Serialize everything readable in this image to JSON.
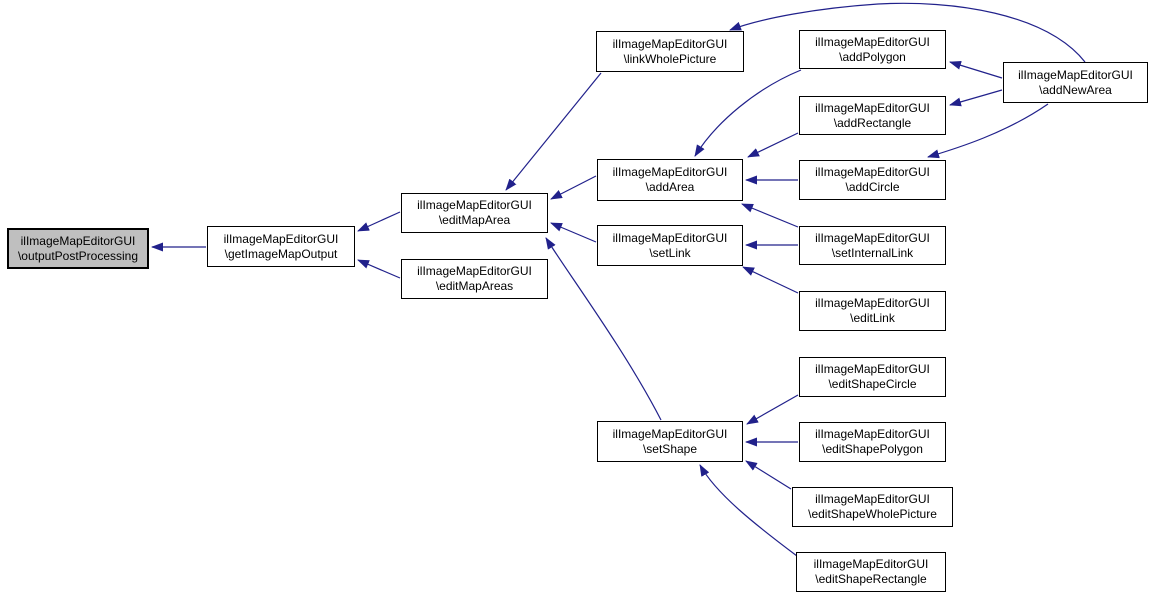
{
  "diagram": {
    "type": "call-graph",
    "colors": {
      "background": "#ffffff",
      "edge": "#21218B",
      "node_border": "#000000",
      "node_fill": "#ffffff",
      "highlight_node_fill": "#bfbfbf",
      "text": "#000000"
    },
    "nodes": [
      {
        "id": "outputPostProcessing",
        "line1": "ilImageMapEditorGUI",
        "line2": "\\outputPostProcessing",
        "highlighted": true
      },
      {
        "id": "getImageMapOutput",
        "line1": "ilImageMapEditorGUI",
        "line2": "\\getImageMapOutput",
        "highlighted": false
      },
      {
        "id": "editMapArea",
        "line1": "ilImageMapEditorGUI",
        "line2": "\\editMapArea",
        "highlighted": false
      },
      {
        "id": "editMapAreas",
        "line1": "ilImageMapEditorGUI",
        "line2": "\\editMapAreas",
        "highlighted": false
      },
      {
        "id": "linkWholePicture",
        "line1": "ilImageMapEditorGUI",
        "line2": "\\linkWholePicture",
        "highlighted": false
      },
      {
        "id": "addArea",
        "line1": "ilImageMapEditorGUI",
        "line2": "\\addArea",
        "highlighted": false
      },
      {
        "id": "setLink",
        "line1": "ilImageMapEditorGUI",
        "line2": "\\setLink",
        "highlighted": false
      },
      {
        "id": "setShape",
        "line1": "ilImageMapEditorGUI",
        "line2": "\\setShape",
        "highlighted": false
      },
      {
        "id": "addPolygon",
        "line1": "ilImageMapEditorGUI",
        "line2": "\\addPolygon",
        "highlighted": false
      },
      {
        "id": "addRectangle",
        "line1": "ilImageMapEditorGUI",
        "line2": "\\addRectangle",
        "highlighted": false
      },
      {
        "id": "addCircle",
        "line1": "ilImageMapEditorGUI",
        "line2": "\\addCircle",
        "highlighted": false
      },
      {
        "id": "setInternalLink",
        "line1": "ilImageMapEditorGUI",
        "line2": "\\setInternalLink",
        "highlighted": false
      },
      {
        "id": "editLink",
        "line1": "ilImageMapEditorGUI",
        "line2": "\\editLink",
        "highlighted": false
      },
      {
        "id": "editShapeCircle",
        "line1": "ilImageMapEditorGUI",
        "line2": "\\editShapeCircle",
        "highlighted": false
      },
      {
        "id": "editShapePolygon",
        "line1": "ilImageMapEditorGUI",
        "line2": "\\editShapePolygon",
        "highlighted": false
      },
      {
        "id": "editShapeWholePicture",
        "line1": "ilImageMapEditorGUI",
        "line2": "\\editShapeWholePicture",
        "highlighted": false
      },
      {
        "id": "editShapeRectangle",
        "line1": "ilImageMapEditorGUI",
        "line2": "\\editShapeRectangle",
        "highlighted": false
      },
      {
        "id": "addNewArea",
        "line1": "ilImageMapEditorGUI",
        "line2": "\\addNewArea",
        "highlighted": false
      }
    ],
    "edges": [
      {
        "from": "getImageMapOutput",
        "to": "outputPostProcessing"
      },
      {
        "from": "editMapArea",
        "to": "getImageMapOutput"
      },
      {
        "from": "editMapAreas",
        "to": "getImageMapOutput"
      },
      {
        "from": "linkWholePicture",
        "to": "editMapArea"
      },
      {
        "from": "addArea",
        "to": "editMapArea"
      },
      {
        "from": "setLink",
        "to": "editMapArea"
      },
      {
        "from": "setShape",
        "to": "editMapArea"
      },
      {
        "from": "addPolygon",
        "to": "addArea"
      },
      {
        "from": "addRectangle",
        "to": "addArea"
      },
      {
        "from": "addCircle",
        "to": "addArea"
      },
      {
        "from": "setInternalLink",
        "to": "addArea"
      },
      {
        "from": "setInternalLink",
        "to": "setLink"
      },
      {
        "from": "editLink",
        "to": "setLink"
      },
      {
        "from": "editShapeCircle",
        "to": "setShape"
      },
      {
        "from": "editShapePolygon",
        "to": "setShape"
      },
      {
        "from": "editShapeWholePicture",
        "to": "setShape"
      },
      {
        "from": "editShapeRectangle",
        "to": "setShape"
      },
      {
        "from": "addNewArea",
        "to": "addPolygon"
      },
      {
        "from": "addNewArea",
        "to": "addRectangle"
      },
      {
        "from": "addNewArea",
        "to": "addCircle"
      },
      {
        "from": "addNewArea",
        "to": "linkWholePicture"
      }
    ]
  }
}
